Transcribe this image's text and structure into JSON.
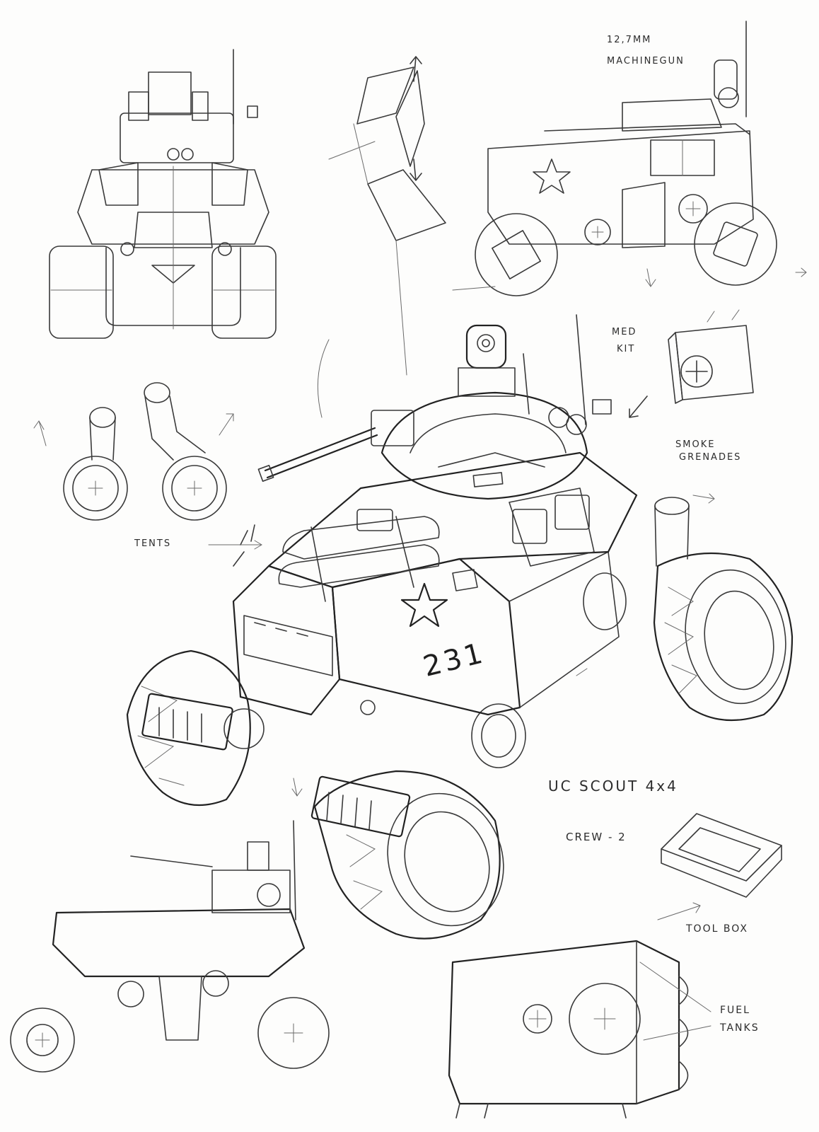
{
  "labels": {
    "machinegun_caliber": "12,7MM",
    "machinegun": "MACHINEGUN",
    "med_kit_line1": "MED",
    "med_kit_line2": "KIT",
    "smoke_line1": "SMOKE",
    "smoke_line2": "GRENADES",
    "tents": "TENTS",
    "vehicle_name": "UC SCOUT  4x4",
    "crew": "CREW - 2",
    "tool_box": "TOOL BOX",
    "fuel_line1": "FUEL",
    "fuel_line2": "TANKS",
    "hull_number": "231"
  },
  "colors": {
    "paper": "#fdfdfc",
    "pencil": "#3a3a3a"
  }
}
